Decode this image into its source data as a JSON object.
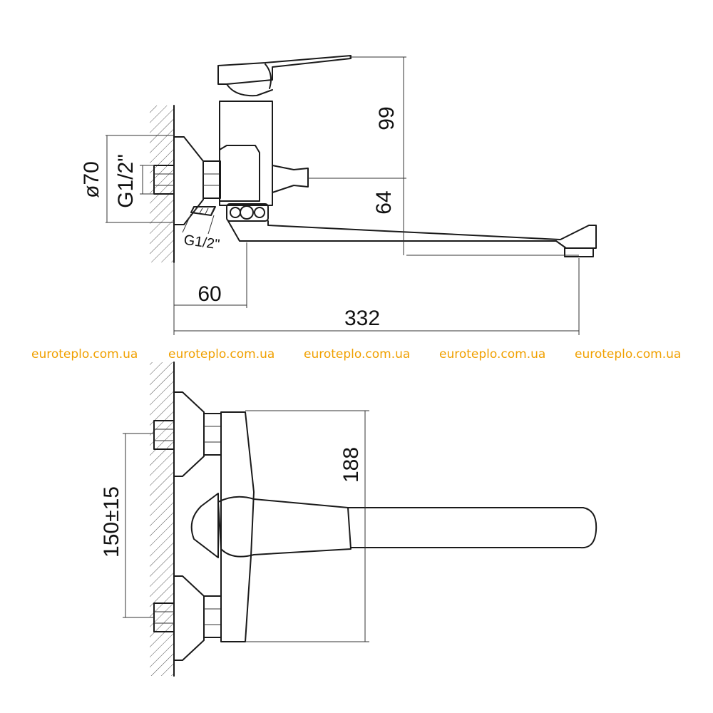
{
  "side_view": {
    "dim_spout_length": "332",
    "dim_wall_offset": "60",
    "dim_height_upper": "99",
    "dim_height_lower": "64",
    "dim_flange_diameter": "ø70",
    "dim_thread_wall": "G1/2\"",
    "dim_thread_outlet": "G1/2\""
  },
  "front_view": {
    "dim_body_height": "188",
    "dim_inlet_spacing": "150±15"
  },
  "watermarks": [
    "euroteplo.com.ua",
    "euroteplo.com.ua",
    "euroteplo.com.ua",
    "euroteplo.com.ua",
    "euroteplo.com.ua"
  ],
  "colors": {
    "line": "#1a1a1a",
    "watermark": "#f0a000"
  }
}
